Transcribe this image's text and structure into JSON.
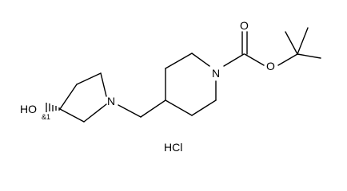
{
  "molecule": {
    "atoms": {
      "ho": "HO",
      "stereo": "&1",
      "n_pyrrolidine": "N",
      "n_piperidine": "N",
      "o_carbonyl": "O",
      "o_ester": "O"
    },
    "salt": "HCl"
  }
}
